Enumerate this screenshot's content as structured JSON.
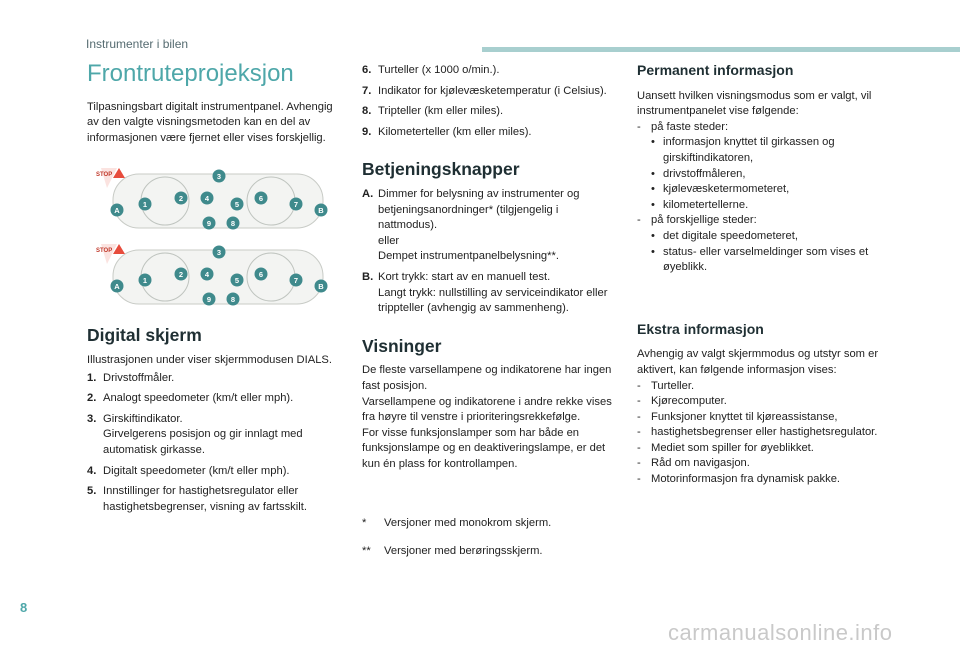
{
  "header": {
    "section_title": "Instrumenter i bilen"
  },
  "page_number": "8",
  "watermark": "carmanualsonline.info",
  "col1": {
    "title": "Frontruteprojeksjon",
    "intro": "Tilpasningsbart digitalt instrumentpanel. Avhengig av den valgte visningsmetoden kan en del av informasjonen være fjernet eller vises forskjellig.",
    "illustration": {
      "stop_label": "STOP",
      "callouts": [
        "1",
        "2",
        "3",
        "4",
        "5",
        "6",
        "7",
        "8",
        "9",
        "A",
        "B"
      ]
    },
    "digital_title": "Digital skjerm",
    "digital_intro": "Illustrasjonen under viser skjermmodusen DIALS.",
    "items": [
      {
        "n": "1.",
        "t": "Drivstoffmåler."
      },
      {
        "n": "2.",
        "t": "Analogt speedometer (km/t eller mph)."
      },
      {
        "n": "3.",
        "t": "Girskiftindikator.\nGirvelgerens posisjon og gir innlagt med automatisk girkasse."
      },
      {
        "n": "4.",
        "t": "Digitalt speedometer (km/t eller mph)."
      },
      {
        "n": "5.",
        "t": "Innstillinger for hastighetsregulator eller hastighetsbegrenser, visning av fartsskilt."
      }
    ]
  },
  "col2": {
    "items": [
      {
        "n": "6.",
        "t": "Turteller (x 1000 o/min.)."
      },
      {
        "n": "7.",
        "t": "Indikator for kjølevæsketemperatur (i Celsius)."
      },
      {
        "n": "8.",
        "t": "Tripteller (km eller miles)."
      },
      {
        "n": "9.",
        "t": "Kilometerteller (km eller miles)."
      }
    ],
    "buttons_title": "Betjeningsknapper",
    "buttons": [
      {
        "n": "A.",
        "t": "Dimmer for belysning av instrumenter og betjeningsanordninger* (tilgjengelig i nattmodus).\neller\nDempet instrumentpanelbelysning**."
      },
      {
        "n": "B.",
        "t": "Kort trykk: start av en manuell test.\nLangt trykk: nullstilling av serviceindikator eller trippteller (avhengig av sammenheng)."
      }
    ],
    "views_title": "Visninger",
    "views_text": "De fleste varsellampene og indikatorene har ingen fast posisjon.\nVarsellampene og indikatorene i andre rekke vises fra høyre til venstre i prioriteringsrekkefølge.\nFor visse funksjonslamper som har både en funksjonslampe og en deaktiveringslampe, er det kun én plass for kontrollampen.",
    "footnotes": [
      {
        "s": "*",
        "t": "Versjoner med monokrom skjerm."
      },
      {
        "s": "**",
        "t": "Versjoner med berøringsskjerm."
      }
    ]
  },
  "col3": {
    "permanent_title": "Permanent informasjon",
    "permanent_intro": "Uansett hvilken visningsmodus som er valgt, vil instrumentpanelet vise følgende:",
    "fixed_label": "på faste steder:",
    "fixed_items": [
      "informasjon knyttet til girkassen og girskiftindikatoren,",
      "drivstoffmåleren,",
      "kjølevæsketermometeret,",
      "kilometertellerne."
    ],
    "variable_label": "på forskjellige steder:",
    "variable_items": [
      "det digitale speedometeret,",
      "status- eller varselmeldinger som vises et øyeblikk."
    ],
    "extra_title": "Ekstra informasjon",
    "extra_intro": "Avhengig av valgt skjermmodus og utstyr som er aktivert, kan følgende informasjon vises:",
    "extra_items": [
      "Turteller.",
      "Kjørecomputer.",
      "Funksjoner knyttet til kjøreassistanse,",
      "hastighetsbegrenser eller hastighetsregulator.",
      "Mediet som spiller for øyeblikket.",
      "Råd om navigasjon.",
      "Motorinformasjon fra dynamisk pakke."
    ]
  },
  "colors": {
    "accent": "#4ea7a9",
    "callout": "#3f8a8c",
    "header_bar": "#a8cfcf"
  }
}
